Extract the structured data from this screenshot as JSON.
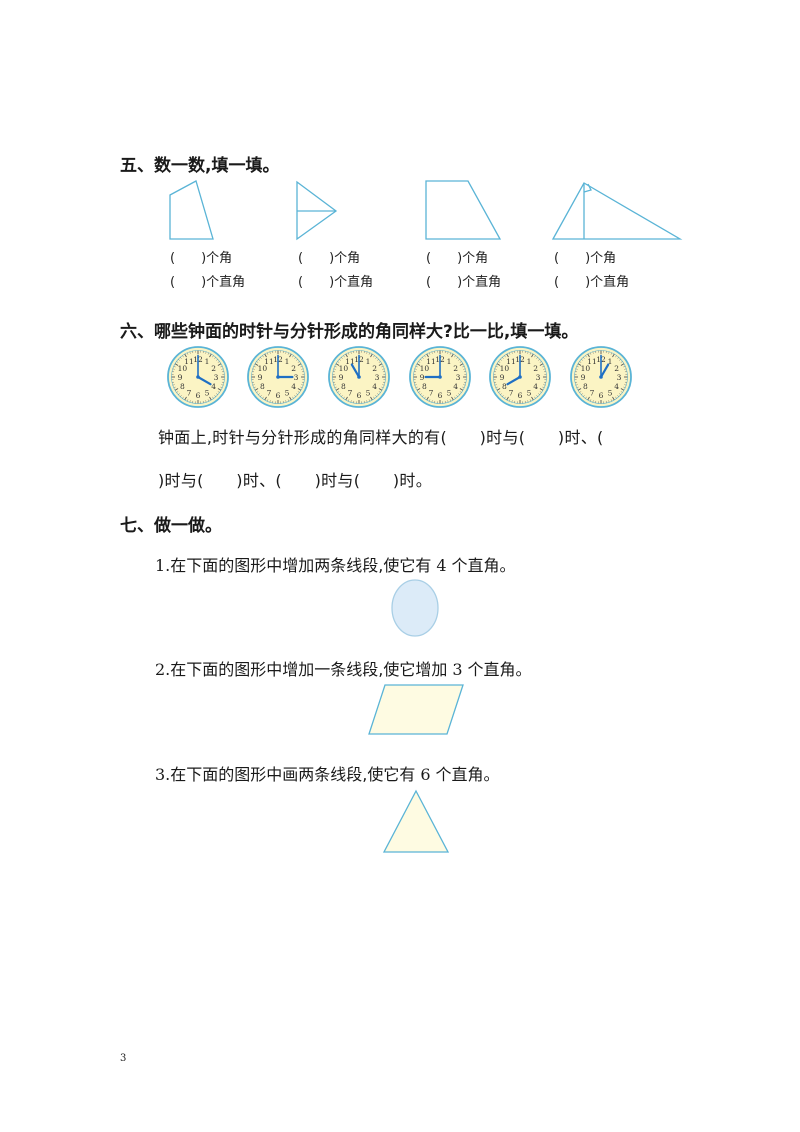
{
  "section5": {
    "title": "五、数一数,填一填。",
    "labels": [
      {
        "angles": "(　　)个角",
        "right_angles": "(　　)个直角"
      },
      {
        "angles": "(　　)个角",
        "right_angles": "(　　)个直角"
      },
      {
        "angles": "(　　)个角",
        "right_angles": "(　　)个直角"
      },
      {
        "angles": "(　　)个角",
        "right_angles": "(　　)个直角"
      }
    ]
  },
  "section6": {
    "title": "六、哪些钟面的时针与分针形成的角同样大?比一比,填一填。",
    "clocks": [
      {
        "hour": 4,
        "minute": 0
      },
      {
        "hour": 3,
        "minute": 0
      },
      {
        "hour": 11,
        "minute": 0
      },
      {
        "hour": 9,
        "minute": 0
      },
      {
        "hour": 8,
        "minute": 0
      },
      {
        "hour": 1,
        "minute": 0
      }
    ],
    "numerals": [
      "12",
      "1",
      "2",
      "3",
      "4",
      "5",
      "6",
      "7",
      "8",
      "9",
      "10",
      "11"
    ],
    "fill_line1": "钟面上,时针与分针形成的角同样大的有(　　)时与(　　)时、(",
    "fill_line2": ")时与(　　)时、(　　)时与(　　)时。"
  },
  "section7": {
    "title": "七、做一做。",
    "q1": {
      "num": "1.",
      "text_a": "在下面的图形中增加两条线段,使它有",
      "n": "4",
      "text_b": "个直角。"
    },
    "q2": {
      "num": "2.",
      "text_a": "在下面的图形中增加一条线段,使它增加",
      "n": "3",
      "text_b": "个直角。"
    },
    "q3": {
      "num": "3.",
      "text_a": "在下面的图形中画两条线段,使它有",
      "n": "6",
      "text_b": "个直角。"
    }
  },
  "colors": {
    "shape_stroke": "#5ab4d6",
    "clock_face": "#fbf4c4",
    "clock_hand": "#1f6fc4",
    "oval_fill": "#dcebf8",
    "oval_stroke": "#a9cfe6",
    "poly_fill": "#fefbe2"
  },
  "page_number": "3"
}
